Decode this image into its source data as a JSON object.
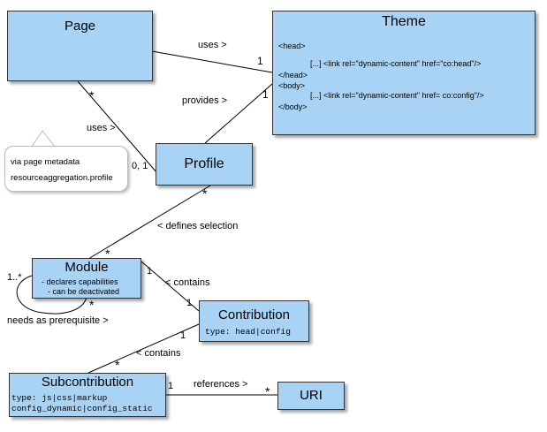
{
  "nodes": {
    "page": {
      "title": "Page"
    },
    "theme": {
      "title": "Theme",
      "lines": [
        "<head>",
        "[...] <link rel=\"dynamic-content\" href=\"co:head\"/>",
        "</head>",
        "<body>",
        "[...] <link rel=\"dynamic-content\" href= co:config\"/>",
        "</body>"
      ]
    },
    "profile": {
      "title": "Profile"
    },
    "module": {
      "title": "Module",
      "lines": [
        "- declares capabilities",
        "- can be deactivated"
      ]
    },
    "contribution": {
      "title": "Contribution",
      "type": "type: head|config"
    },
    "subcontribution": {
      "title": "Subcontribution",
      "type_lines": [
        "type: js|css|markup",
        "config_dynamic|config_static"
      ]
    },
    "uri": {
      "title": "URI"
    }
  },
  "note": {
    "lines": [
      "via page metadata",
      "resourceaggregation.profile"
    ]
  },
  "edges": {
    "page_theme": {
      "label": "uses >",
      "page_end": "",
      "theme_end": "1"
    },
    "profile_theme": {
      "label": "provides >",
      "theme_end": "1"
    },
    "page_profile": {
      "label": "uses >",
      "page_end": "*",
      "profile_end": "0, 1"
    },
    "profile_module": {
      "label": "< defines selection",
      "profile_end": "*",
      "module_end": "*"
    },
    "module_self": {
      "label": "needs as prerequisite >",
      "start_end": "1..*",
      "end_end": "*"
    },
    "module_contribution": {
      "label": "< contains",
      "module_end": "1",
      "contribution_end": "1"
    },
    "contribution_sub": {
      "label": "< contains",
      "contribution_end": "1",
      "sub_end": "*"
    },
    "sub_uri": {
      "label": "references >",
      "sub_end": "1",
      "uri_end": "*"
    }
  }
}
